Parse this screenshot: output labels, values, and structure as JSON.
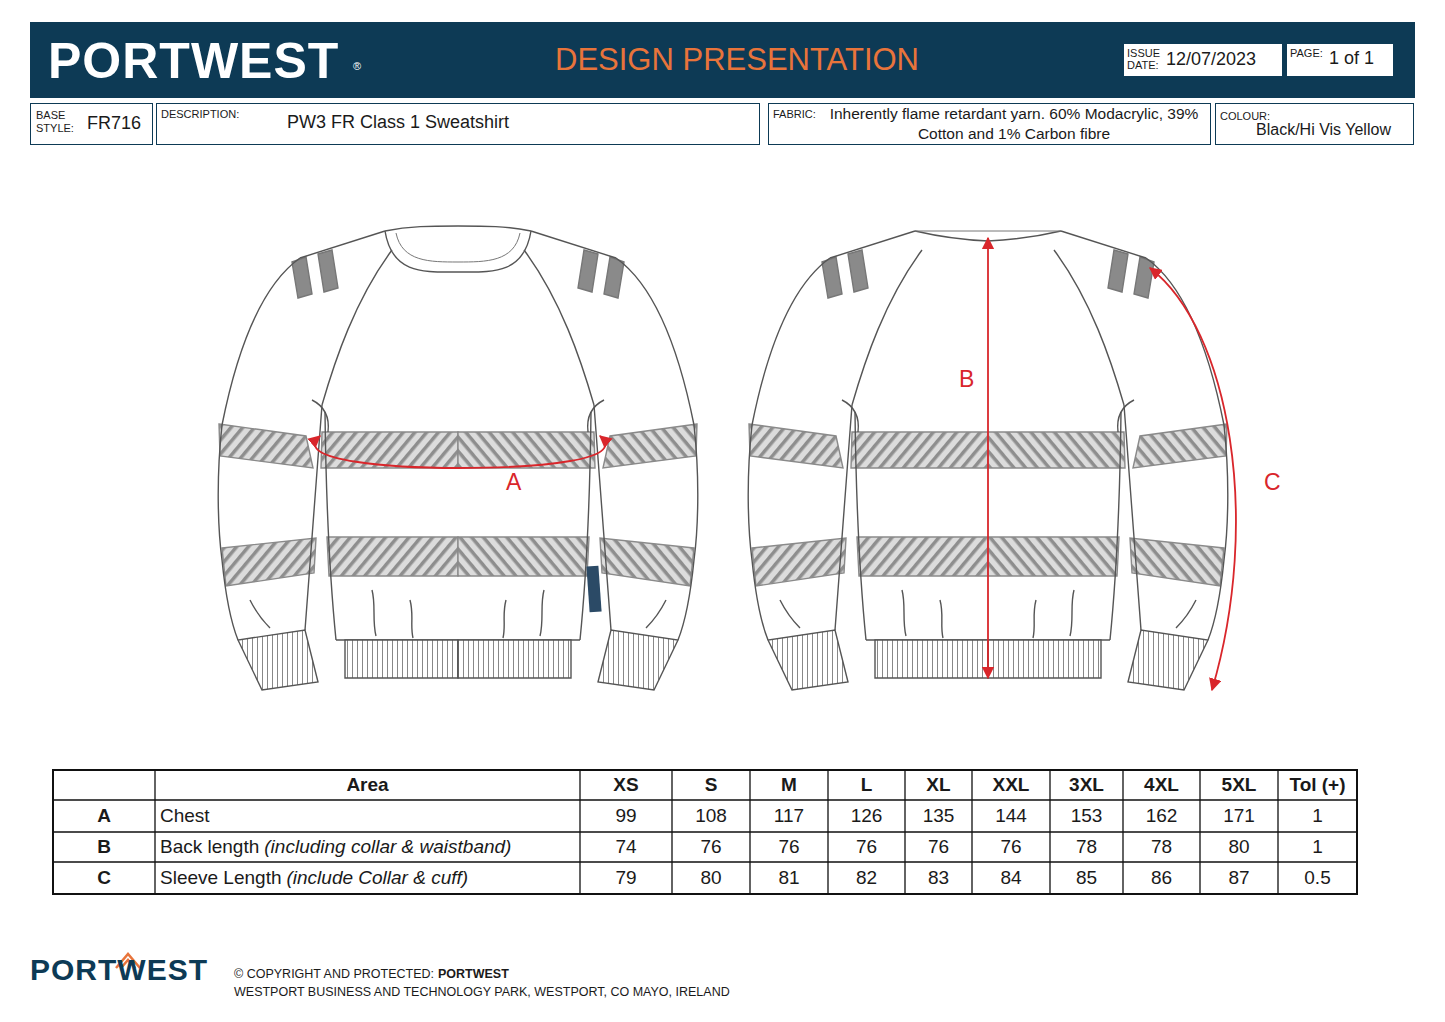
{
  "diagram": {
    "nodes": [
      {
        "text": [
          "PORTWEST",
          "DESIGN PRESENTATION"
        ]
      },
      {
        "text": [
          "ISSUE DATE:",
          "12/07/2023"
        ],
        "in": 0
      },
      {
        "text": [
          "PAGE:",
          "1 of 1"
        ],
        "in": 0
      },
      {
        "text": [
          "BASE STYLE:",
          "FR716"
        ]
      },
      {
        "text": [
          "DESCRIPTION:",
          "PW3 FR Class 1 Sweatshirt"
        ]
      },
      {
        "text": [
          "FABRIC:",
          "Inherently flame retardant yarn. 60% Modacrylic, 39% Cotton and 1% Carbon fibre"
        ]
      },
      {
        "text": [
          "COLOUR:",
          "Black/Hi Vis Yellow"
        ]
      }
    ],
    "labels": [
      "®",
      "A",
      "B",
      "C",
      "Area",
      "XS",
      "S",
      "M",
      "L",
      "XL",
      "XXL",
      "3XL",
      "4XL",
      "5XL",
      "Tol (+)",
      "A",
      "Chest",
      "99",
      "108",
      "117",
      "126",
      "135",
      "144",
      "153",
      "162",
      "171",
      "1",
      "B",
      "Back length",
      "(including collar & waistband)",
      "74",
      "76",
      "76",
      "76",
      "76",
      "76",
      "78",
      "78",
      "80",
      "1",
      "C",
      "Sleeve Length",
      "(include Collar & cuff)",
      "79",
      "80",
      "81",
      "82",
      "83",
      "84",
      "85",
      "86",
      "87",
      "0.5",
      "PORTWEST",
      "© COPYRIGHT AND PROTECTED:",
      "PORTWEST",
      "WESTPORT BUSINESS AND TECHNOLOGY PARK, WESTPORT, CO MAYO, IRELAND"
    ]
  }
}
